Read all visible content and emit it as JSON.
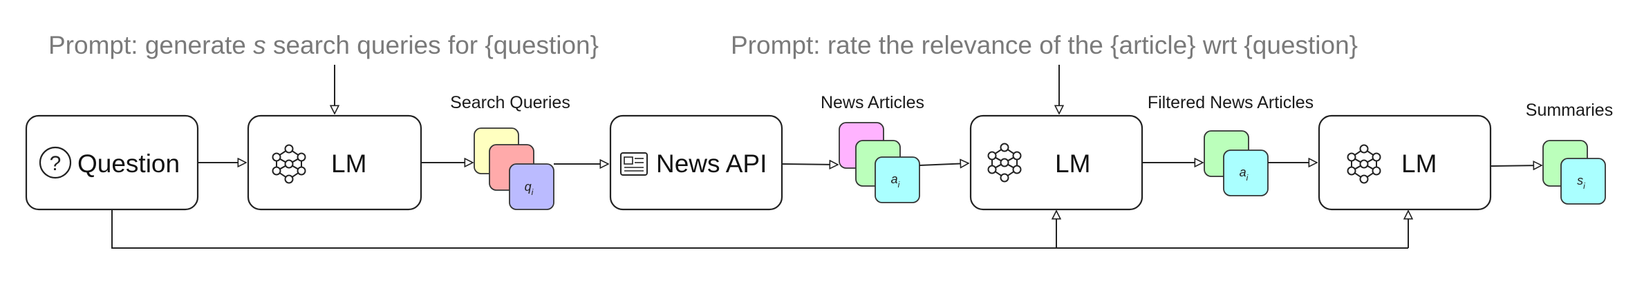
{
  "prompts": {
    "left_prefix": "Prompt: generate ",
    "left_var": "s",
    "left_suffix": " search queries for {question}",
    "right": "Prompt: rate the relevance of the {article} wrt {question}"
  },
  "nodes": {
    "question": "Question",
    "lm1": "LM",
    "news_api": "News API",
    "lm2": "LM",
    "lm3": "LM"
  },
  "groups": {
    "search_queries": "Search Queries",
    "news_articles": "News Articles",
    "filtered_news_articles": "Filtered News Articles",
    "summaries": "Summaries"
  },
  "cards": {
    "q_base": "q",
    "q_sub": "i",
    "a_base": "a",
    "a_sub": "i",
    "fa_base": "a",
    "fa_sub": "i",
    "s_base": "s",
    "s_sub": "i"
  },
  "colors": {
    "prompt_text": "#7a7a7a",
    "card_yellow": "#ffffc0",
    "card_red": "#ffaaaa",
    "card_purple": "#bbbbff",
    "card_pink": "#ffb3ff",
    "card_green": "#bbffbb",
    "card_cyan": "#aaffff"
  },
  "icons": {
    "question": "question-circle-icon",
    "lm": "neural-network-icon",
    "news_api": "newspaper-icon"
  }
}
